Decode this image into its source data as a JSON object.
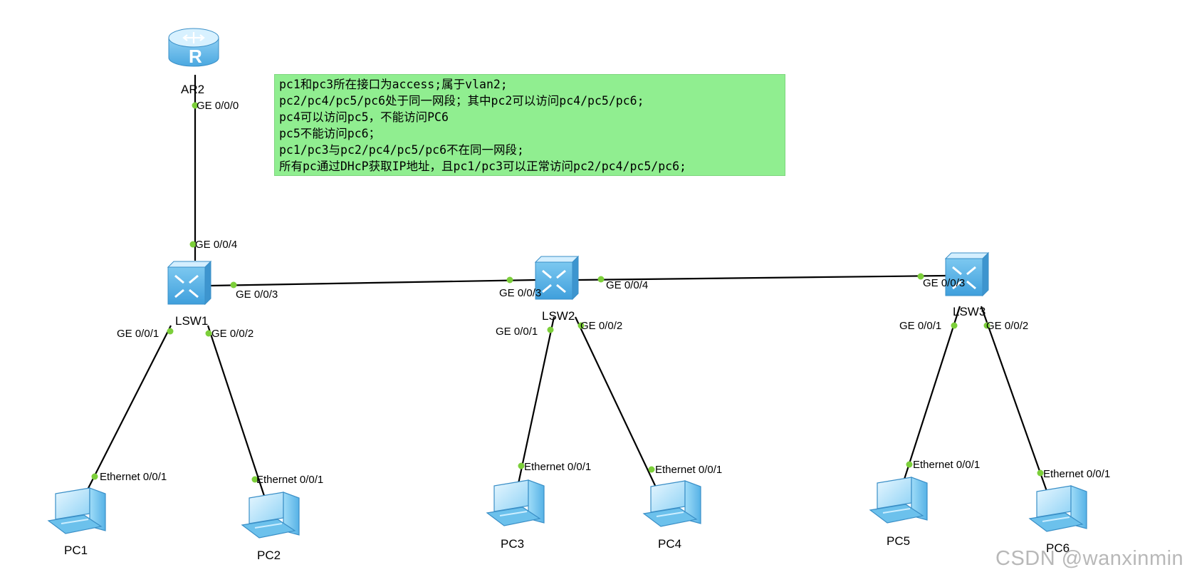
{
  "devices": {
    "ar2": "AR2",
    "lsw1": "LSW1",
    "lsw2": "LSW2",
    "lsw3": "LSW3",
    "pc1": "PC1",
    "pc2": "PC2",
    "pc3": "PC3",
    "pc4": "PC4",
    "pc5": "PC5",
    "pc6": "PC6"
  },
  "ports": {
    "ar2_ge000": "GE 0/0/0",
    "lsw1_ge004": "GE 0/0/4",
    "lsw1_ge003": "GE 0/0/3",
    "lsw1_ge001": "GE 0/0/1",
    "lsw1_ge002": "GE 0/0/2",
    "lsw2_ge003": "GE 0/0/3",
    "lsw2_ge004": "GE 0/0/4",
    "lsw2_ge001": "GE 0/0/1",
    "lsw2_ge002": "GE 0/0/2",
    "lsw3_ge003": "GE 0/0/3",
    "lsw3_ge001": "GE 0/0/1",
    "lsw3_ge002": "GE 0/0/2",
    "pc1_eth": "Ethernet 0/0/1",
    "pc2_eth": "Ethernet 0/0/1",
    "pc3_eth": "Ethernet 0/0/1",
    "pc4_eth": "Ethernet 0/0/1",
    "pc5_eth": "Ethernet 0/0/1",
    "pc6_eth": "Ethernet 0/0/1"
  },
  "note": {
    "lines": [
      "pc1和pc3所在接口为access;属于vlan2;",
      "pc2/pc4/pc5/pc6处于同一网段；其中pc2可以访问pc4/pc5/pc6;",
      "pc4可以访问pc5，不能访问PC6",
      "pc5不能访问pc6；",
      "pc1/pc3与pc2/pc4/pc5/pc6不在同一网段;",
      "所有pc通过DHcP获取IP地址，且pc1/pc3可以正常访问pc2/pc4/pc5/pc6;"
    ],
    "bg_color": "#90ee90"
  },
  "watermark": "CSDN @wanxinmin",
  "colors": {
    "link": "#000000",
    "port_dot": "#7ccf3a",
    "device_blue": "#5fb6e8"
  }
}
